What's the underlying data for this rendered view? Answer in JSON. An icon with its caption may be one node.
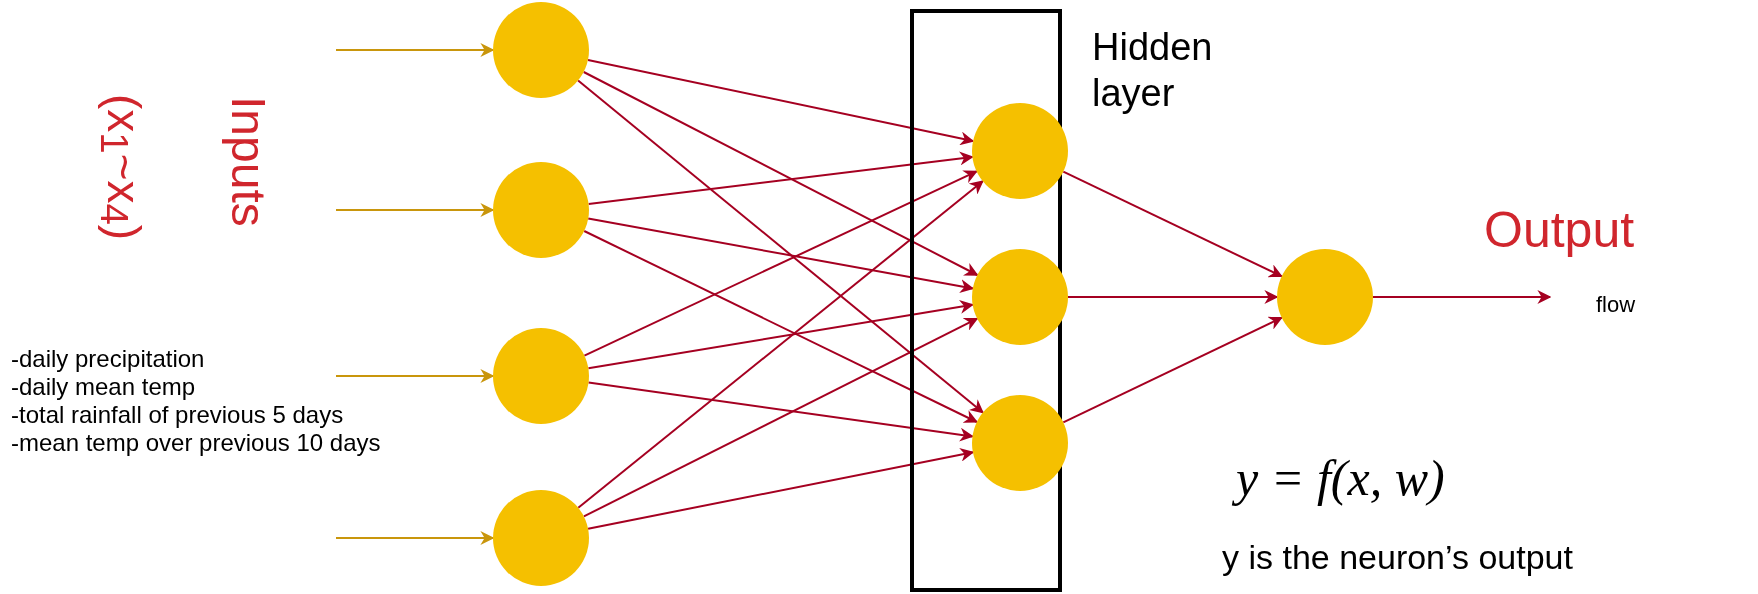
{
  "diagram": {
    "nodes": [
      {
        "text": [],
        "shape": "circle"
      },
      {
        "text": [],
        "shape": "circle"
      },
      {
        "text": [],
        "shape": "circle"
      },
      {
        "text": [],
        "shape": "circle"
      },
      {
        "text": [
          "Hidden layer"
        ]
      },
      {
        "text": [],
        "shape": "circle",
        "in": 4
      },
      {
        "text": [],
        "shape": "circle",
        "in": 4
      },
      {
        "text": [],
        "shape": "circle",
        "in": 4
      },
      {
        "text": [],
        "shape": "circle"
      }
    ],
    "edges": [
      {
        "from": null,
        "to": 0,
        "arrow": "to",
        "color": "#c9960c"
      },
      {
        "from": null,
        "to": 1,
        "arrow": "to",
        "color": "#c9960c"
      },
      {
        "from": null,
        "to": 2,
        "arrow": "to",
        "color": "#c9960c"
      },
      {
        "from": null,
        "to": 3,
        "arrow": "to",
        "color": "#c9960c"
      },
      {
        "from": 0,
        "to": 5,
        "arrow": "to"
      },
      {
        "from": 0,
        "to": 6,
        "arrow": "to"
      },
      {
        "from": 0,
        "to": 7,
        "arrow": "to"
      },
      {
        "from": 1,
        "to": 5,
        "arrow": "to"
      },
      {
        "from": 1,
        "to": 6,
        "arrow": "to"
      },
      {
        "from": 1,
        "to": 7,
        "arrow": "to"
      },
      {
        "from": 2,
        "to": 5,
        "arrow": "to"
      },
      {
        "from": 2,
        "to": 6,
        "arrow": "to"
      },
      {
        "from": 2,
        "to": 7,
        "arrow": "to"
      },
      {
        "from": 3,
        "to": 5,
        "arrow": "to"
      },
      {
        "from": 3,
        "to": 6,
        "arrow": "to"
      },
      {
        "from": 3,
        "to": 7,
        "arrow": "to"
      },
      {
        "from": 5,
        "to": 8,
        "arrow": "to"
      },
      {
        "from": 6,
        "to": 8,
        "arrow": "to"
      },
      {
        "from": 7,
        "to": 8,
        "arrow": "to"
      },
      {
        "from": 8,
        "to": null,
        "arrow": "to"
      }
    ],
    "labels": [
      "Inputs",
      "(x$_{1}$~x$_{4}$)",
      "-daily precipitation",
      "-daily mean temp",
      "-total rainfall of previous 5 days",
      "-mean temp over previous 10 days",
      "Output",
      "flow",
      "y = f(x, w)",
      "y is the neuron’s output"
    ]
  }
}
